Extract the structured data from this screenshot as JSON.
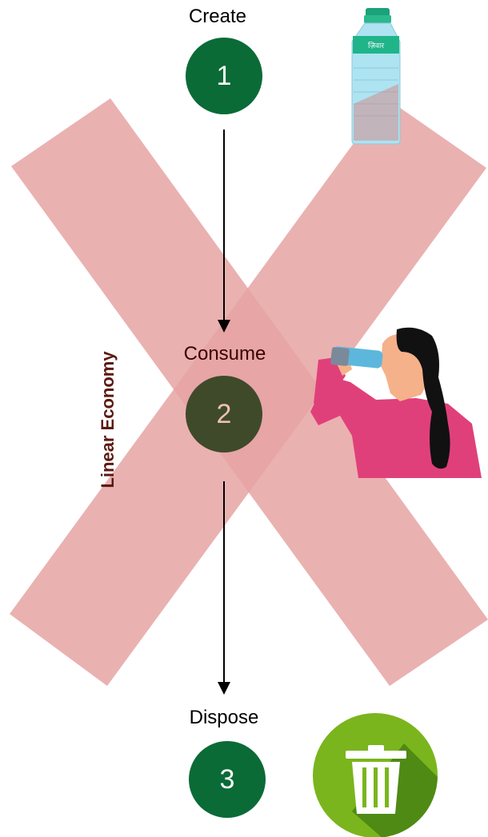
{
  "diagram": {
    "side_label": "Linear Economy",
    "steps": [
      {
        "label": "Create",
        "number": "1"
      },
      {
        "label": "Consume",
        "number": "2"
      },
      {
        "label": "Dispose",
        "number": "3"
      }
    ],
    "bottle_label": "ज़िवार",
    "colors": {
      "step_circle": "#0a6b37",
      "step_circle_dimmed": "#3f4a2b",
      "cross": "#d98080",
      "arrow": "#000000",
      "side_label": "#5b1a12",
      "bin_background": "#7ab51d",
      "person_shirt": "#e0407a"
    }
  }
}
